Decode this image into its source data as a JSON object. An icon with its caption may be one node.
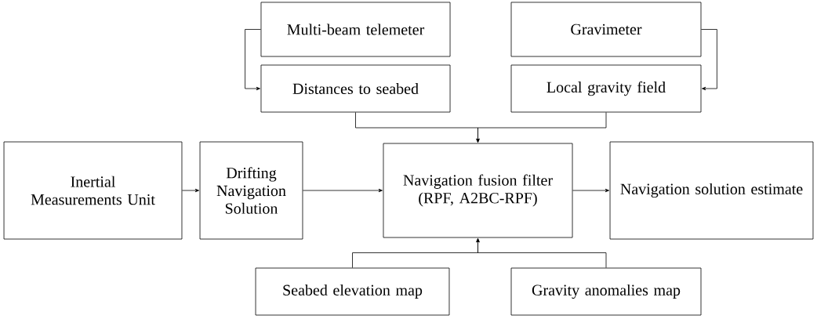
{
  "diagram": {
    "nodes": [
      {
        "text": [
          "Multi-beam telemeter"
        ]
      },
      {
        "text": [
          "Gravimeter"
        ]
      },
      {
        "text": [
          "Distances to seabed"
        ]
      },
      {
        "text": [
          "Local gravity field"
        ]
      },
      {
        "text": [
          "Inertial Measurements Unit"
        ]
      },
      {
        "text": [
          "Drifting Navigation Solution"
        ]
      },
      {
        "text": [
          "Navigation fusion filter (RPF, A2BC-RPF)"
        ]
      },
      {
        "text": [
          "Navigation solution estimate"
        ]
      },
      {
        "text": [
          "Seabed elevation map"
        ]
      },
      {
        "text": [
          "Gravity anomalies map"
        ]
      }
    ],
    "edges": [
      {
        "from": 0,
        "to": 2,
        "arrow": "to"
      },
      {
        "from": 1,
        "to": 3,
        "arrow": "to"
      },
      {
        "from": 2,
        "to": 6,
        "arrow": "to"
      },
      {
        "from": 3,
        "to": 6,
        "arrow": "to"
      },
      {
        "from": 4,
        "to": 5,
        "arrow": "to"
      },
      {
        "from": 5,
        "to": 6,
        "arrow": "to"
      },
      {
        "from": 6,
        "to": 7,
        "arrow": "to"
      },
      {
        "from": 8,
        "to": 6,
        "arrow": "to"
      },
      {
        "from": 9,
        "to": 6,
        "arrow": "to"
      }
    ]
  }
}
